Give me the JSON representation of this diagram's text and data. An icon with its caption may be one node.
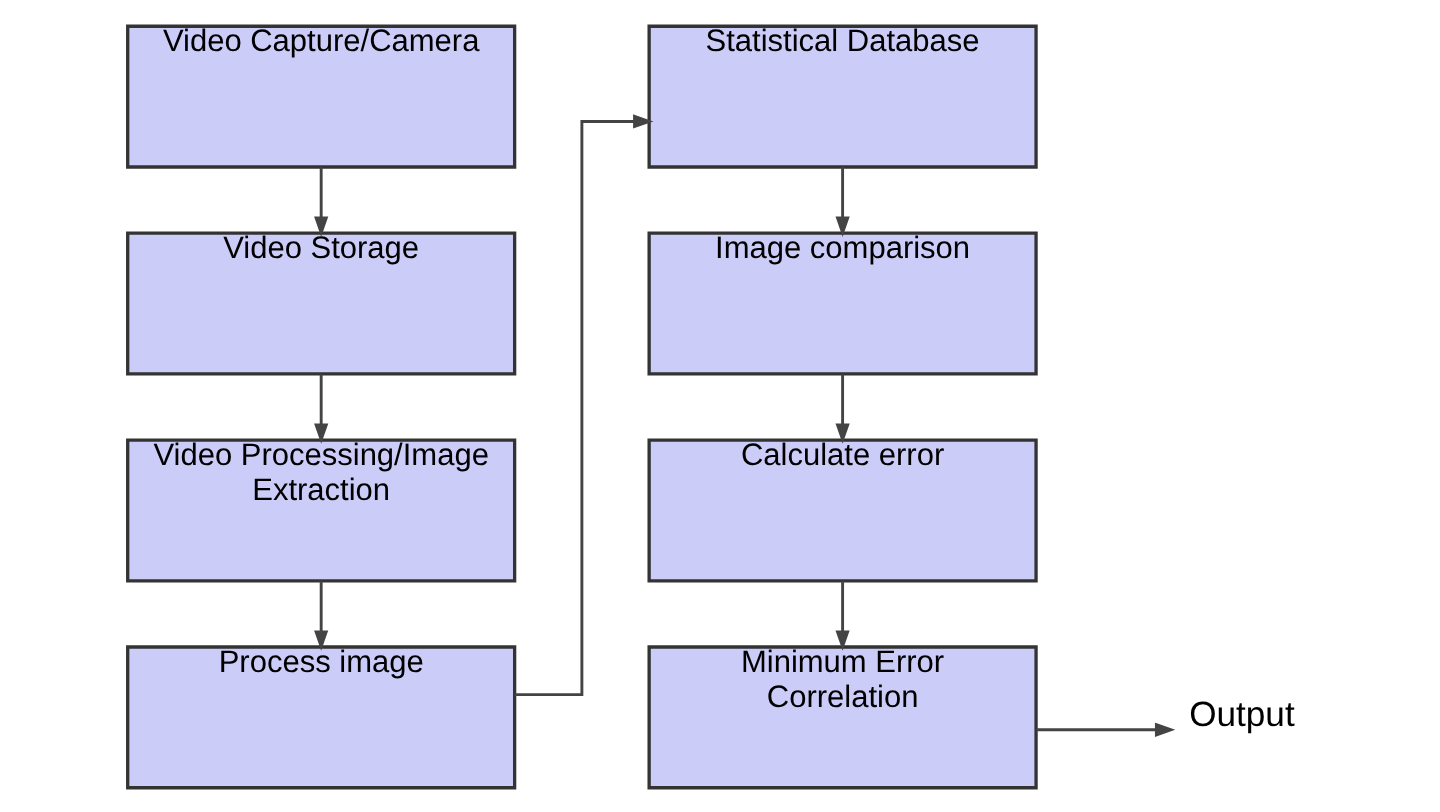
{
  "diagram": {
    "nodes": [
      {
        "text": [
          "Video Capture/Camera"
        ]
      },
      {
        "text": [
          "Video Storage"
        ]
      },
      {
        "text": [
          "Video Processing/Image Extraction"
        ]
      },
      {
        "text": [
          "Process image"
        ]
      },
      {
        "text": [
          "Statistical Database"
        ]
      },
      {
        "text": [
          "Image comparison"
        ]
      },
      {
        "text": [
          "Calculate error"
        ]
      },
      {
        "text": [
          "Minimum Error Correlation"
        ]
      },
      {
        "text": [
          "Output"
        ]
      }
    ],
    "edges": [
      {
        "from": 0,
        "to": 1,
        "arrow": "to"
      },
      {
        "from": 1,
        "to": 2,
        "arrow": "to"
      },
      {
        "from": 2,
        "to": 3,
        "arrow": "to"
      },
      {
        "from": 3,
        "to": 4,
        "arrow": "to"
      },
      {
        "from": 4,
        "to": 5,
        "arrow": "to"
      },
      {
        "from": 5,
        "to": 6,
        "arrow": "to"
      },
      {
        "from": 6,
        "to": 7,
        "arrow": "to"
      },
      {
        "from": 7,
        "to": 8,
        "arrow": "to"
      }
    ]
  }
}
